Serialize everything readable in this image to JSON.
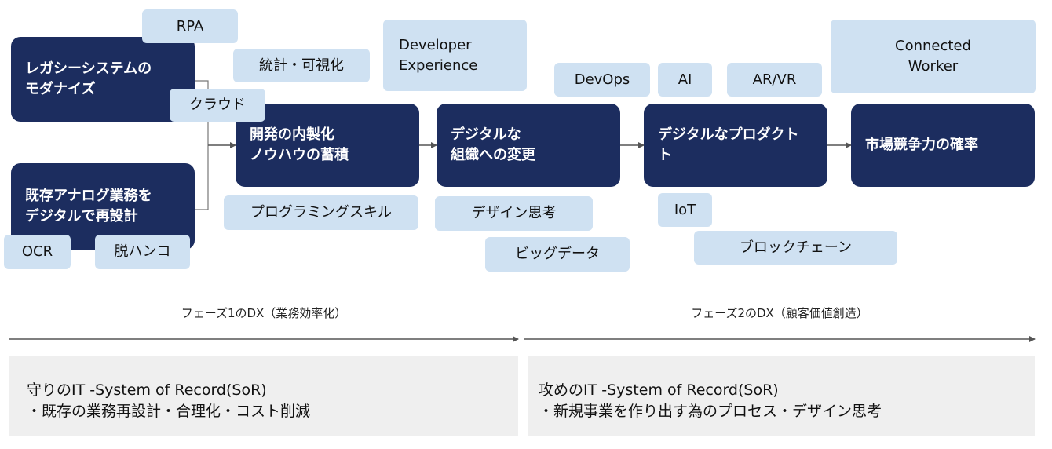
{
  "stages": {
    "legacy": "レガシーシステムの\nモダナイズ",
    "analog": "既存アナログ業務を\nデジタルで再設計",
    "inhouse": "開発の内製化\nノウハウの蓄積",
    "org": "デジタルな\n組織への変更",
    "product": "デジタルなプロダクト\nト",
    "market": "市場競争力の確率"
  },
  "tags": {
    "rpa": "RPA",
    "stats": "統計・可視化",
    "cloud": "クラウド",
    "ocr": "OCR",
    "hanko": "脱ハンコ",
    "programming": "プログラミングスキル",
    "devex": "Developer\nExperience",
    "design": "デザイン思考",
    "bigdata": "ビッグデータ",
    "devops": "DevOps",
    "ai": "AI",
    "arvr": "AR/VR",
    "iot": "IoT",
    "blockchain": "ブロックチェーン",
    "worker": "Connected\nWorker"
  },
  "phases": {
    "phase1": "フェーズ1のDX（業務効率化）",
    "phase2": "フェーズ2のDX（顧客価値創造）"
  },
  "panels": {
    "left": {
      "line1": "守りのIT -System of Record(SoR)",
      "line2": "・既存の業務再設計・合理化・コスト削減"
    },
    "right": {
      "line1": "攻めのIT -System of Record(SoR)",
      "line2": "・新規事業を作り出す為のプロセス・デザイン思考"
    }
  },
  "colors": {
    "box": "#1c2d5f",
    "tag": "#cfe1f2",
    "panel": "#efefef",
    "arrow": "#555555"
  }
}
